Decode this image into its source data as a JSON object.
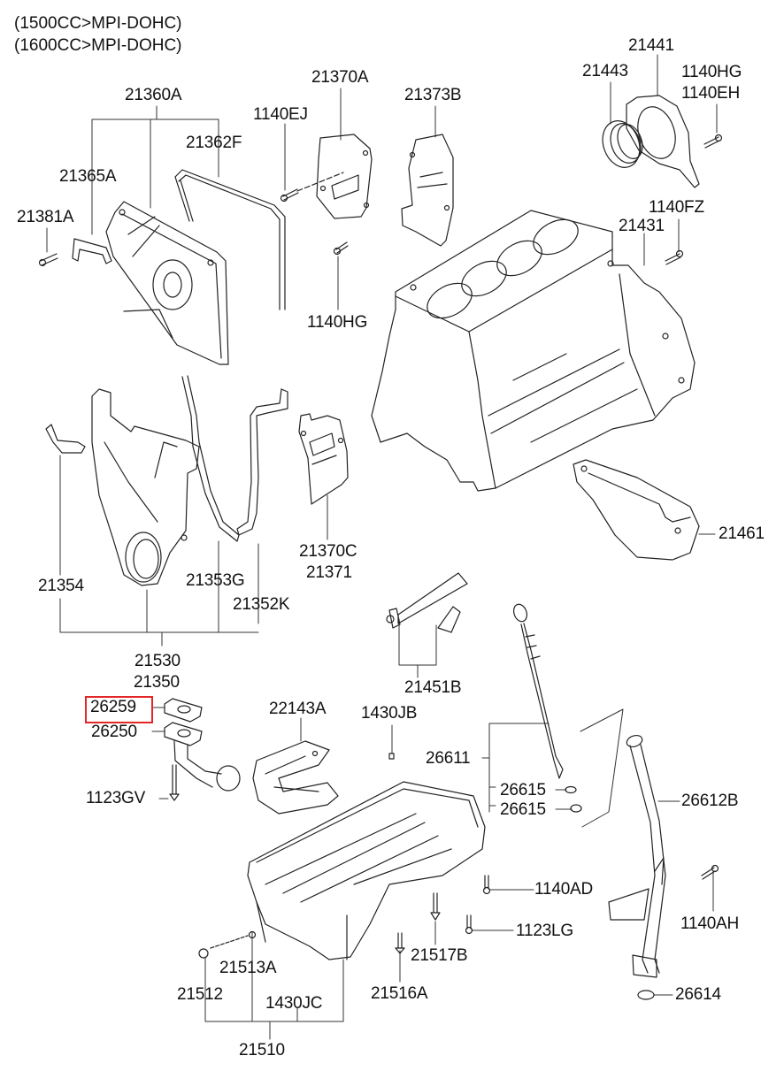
{
  "header": {
    "variant_1": "(1500CC>MPI-DOHC)",
    "variant_2": "(1600CC>MPI-DOHC)"
  },
  "highlight": {
    "part_number": "26259",
    "color": "#e32626"
  },
  "parts": {
    "p21360A": "21360A",
    "p21362F": "21362F",
    "p21365A": "21365A",
    "p21381A": "21381A",
    "p1140EJ": "1140EJ",
    "p21370A": "21370A",
    "p21373B": "21373B",
    "p1140HG_top": "1140HG",
    "p21443": "21443",
    "p21441": "21441",
    "p1140HG_right": "1140HG",
    "p1140EH": "1140EH",
    "p1140FZ": "1140FZ",
    "p21431": "21431",
    "p21354": "21354",
    "p21353G": "21353G",
    "p21352K": "21352K",
    "p21370C": "21370C",
    "p21371": "21371",
    "p21461": "21461",
    "p21530": "21530",
    "p21350": "21350",
    "p21451B": "21451B",
    "p26259": "26259",
    "p26250": "26250",
    "p22143A": "22143A",
    "p1430JB": "1430JB",
    "p26611": "26611",
    "p26615_a": "26615",
    "p26615_b": "26615",
    "p26612B": "26612B",
    "p1123GV": "1123GV",
    "p1140AD": "1140AD",
    "p1123LG": "1123LG",
    "p1140AH": "1140AH",
    "p21512": "21512",
    "p21513A": "21513A",
    "p1430JC": "1430JC",
    "p21516A": "21516A",
    "p21517B": "21517B",
    "p26614": "26614",
    "p21510": "21510"
  }
}
